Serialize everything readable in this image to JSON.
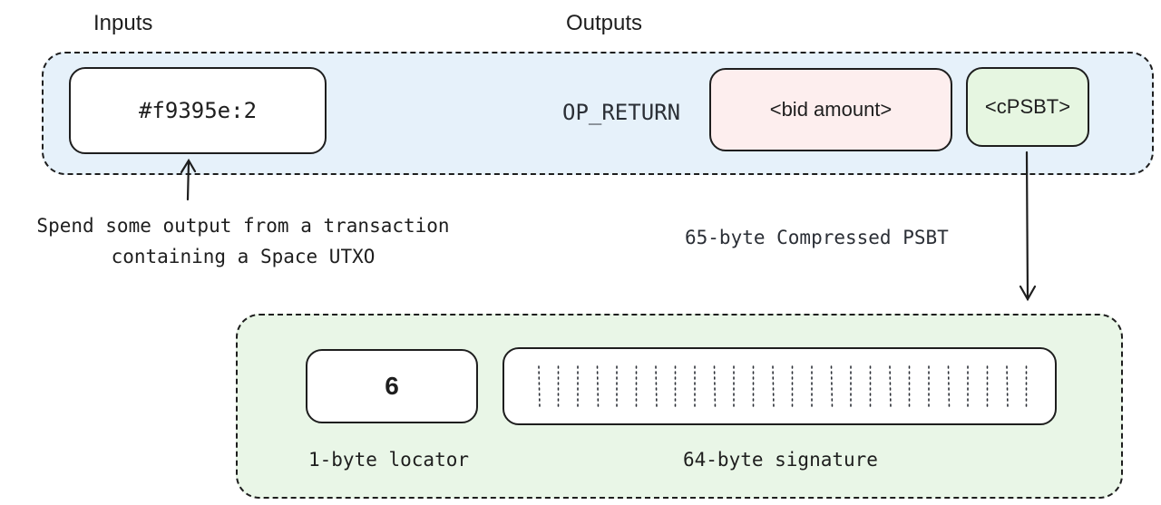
{
  "labels": {
    "inputs": "Inputs",
    "outputs": "Outputs"
  },
  "transaction": {
    "input_outpoint": "#f9395e:2",
    "op_return": "OP_RETURN",
    "bid_amount": "<bid amount>",
    "cpsbt": "<cPSBT>"
  },
  "annotation": {
    "spend_line1": "Spend some output from a transaction",
    "spend_line2": "containing a Space UTXO",
    "compressed_psbt": "65-byte Compressed PSBT"
  },
  "psbt": {
    "locator_value": "6",
    "locator_label": "1-byte locator",
    "signature_label": "64-byte signature"
  },
  "colors": {
    "transaction_bg": "#e6f1fa",
    "psbt_bg": "#e9f6e7",
    "bid_fill": "#fdeeee",
    "cpsbt_fill": "#e6f6e1",
    "stroke": "#1e1e1e"
  }
}
